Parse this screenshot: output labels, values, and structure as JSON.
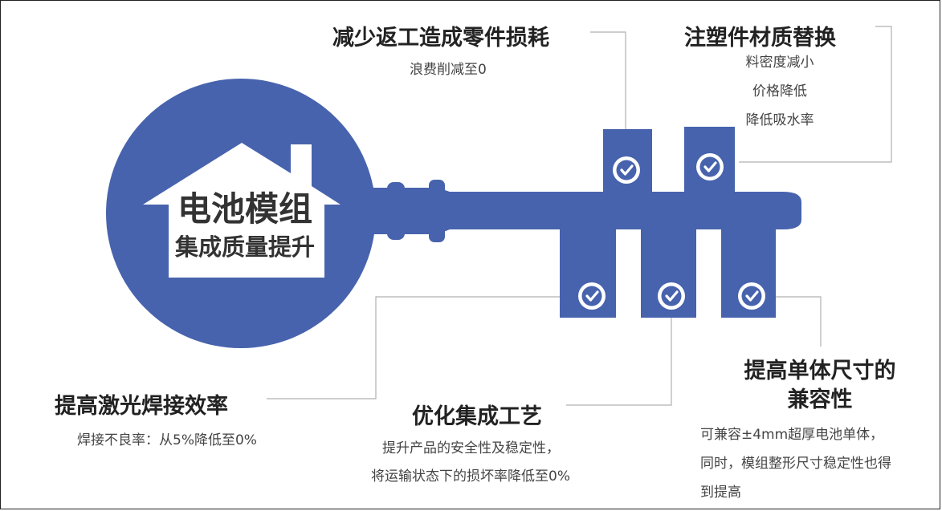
{
  "main_title": "电池模组",
  "main_subtitle": "集成质量提升",
  "accent_color": "#4763AD",
  "check_icon": "check-circle-icon",
  "benefits": [
    {
      "title": "减少返工造成零件损耗",
      "lines": [
        "浪费削减至0"
      ]
    },
    {
      "title": "注塑件材质替换",
      "lines": [
        "料密度减小",
        "价格降低",
        "降低吸水率"
      ]
    },
    {
      "title": "提高激光焊接效率",
      "lines": [
        "焊接不良率：从5%降低至0%"
      ]
    },
    {
      "title": "优化集成工艺",
      "lines": [
        "提升产品的安全性及稳定性，",
        "将运输状态下的损坏率降低至0%"
      ]
    },
    {
      "title_lines": [
        "提高单体尺寸的",
        "兼容性"
      ],
      "lines": [
        "可兼容±4mm超厚电池单体，",
        "同时，模组整形尺寸稳定性也得",
        "到提高"
      ]
    }
  ]
}
